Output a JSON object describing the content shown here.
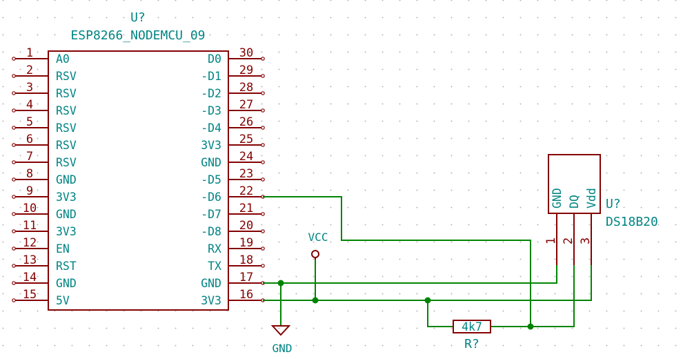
{
  "esp": {
    "ref": "U?",
    "value": "ESP8266_NODEMCU_09",
    "left_pins": [
      {
        "num": "1",
        "name": "A0"
      },
      {
        "num": "2",
        "name": "RSV"
      },
      {
        "num": "3",
        "name": "RSV"
      },
      {
        "num": "4",
        "name": "RSV"
      },
      {
        "num": "5",
        "name": "RSV"
      },
      {
        "num": "6",
        "name": "RSV"
      },
      {
        "num": "7",
        "name": "RSV"
      },
      {
        "num": "8",
        "name": "GND"
      },
      {
        "num": "9",
        "name": "3V3"
      },
      {
        "num": "10",
        "name": "GND"
      },
      {
        "num": "11",
        "name": "3V3"
      },
      {
        "num": "12",
        "name": "EN"
      },
      {
        "num": "13",
        "name": "RST"
      },
      {
        "num": "14",
        "name": "GND"
      },
      {
        "num": "15",
        "name": "5V"
      }
    ],
    "right_pins": [
      {
        "num": "30",
        "name": "D0"
      },
      {
        "num": "29",
        "name": "-D1"
      },
      {
        "num": "28",
        "name": "-D2"
      },
      {
        "num": "27",
        "name": "-D3"
      },
      {
        "num": "26",
        "name": "-D4"
      },
      {
        "num": "25",
        "name": "3V3"
      },
      {
        "num": "24",
        "name": "GND"
      },
      {
        "num": "23",
        "name": "-D5"
      },
      {
        "num": "22",
        "name": "-D6"
      },
      {
        "num": "21",
        "name": "-D7"
      },
      {
        "num": "20",
        "name": "-D8"
      },
      {
        "num": "19",
        "name": "RX"
      },
      {
        "num": "18",
        "name": "TX"
      },
      {
        "num": "17",
        "name": "GND"
      },
      {
        "num": "16",
        "name": "3V3"
      }
    ]
  },
  "ds18b20": {
    "ref": "U?",
    "value": "DS18B20",
    "pins": [
      {
        "num": "1",
        "name": "GND"
      },
      {
        "num": "2",
        "name": "DQ"
      },
      {
        "num": "3",
        "name": "Vdd"
      }
    ]
  },
  "resistor": {
    "value": "4k7",
    "ref": "R?"
  },
  "power": {
    "vcc": "VCC",
    "gnd": "GND"
  },
  "colors": {
    "body": "#840000",
    "label": "#008484",
    "wire": "#008400"
  }
}
